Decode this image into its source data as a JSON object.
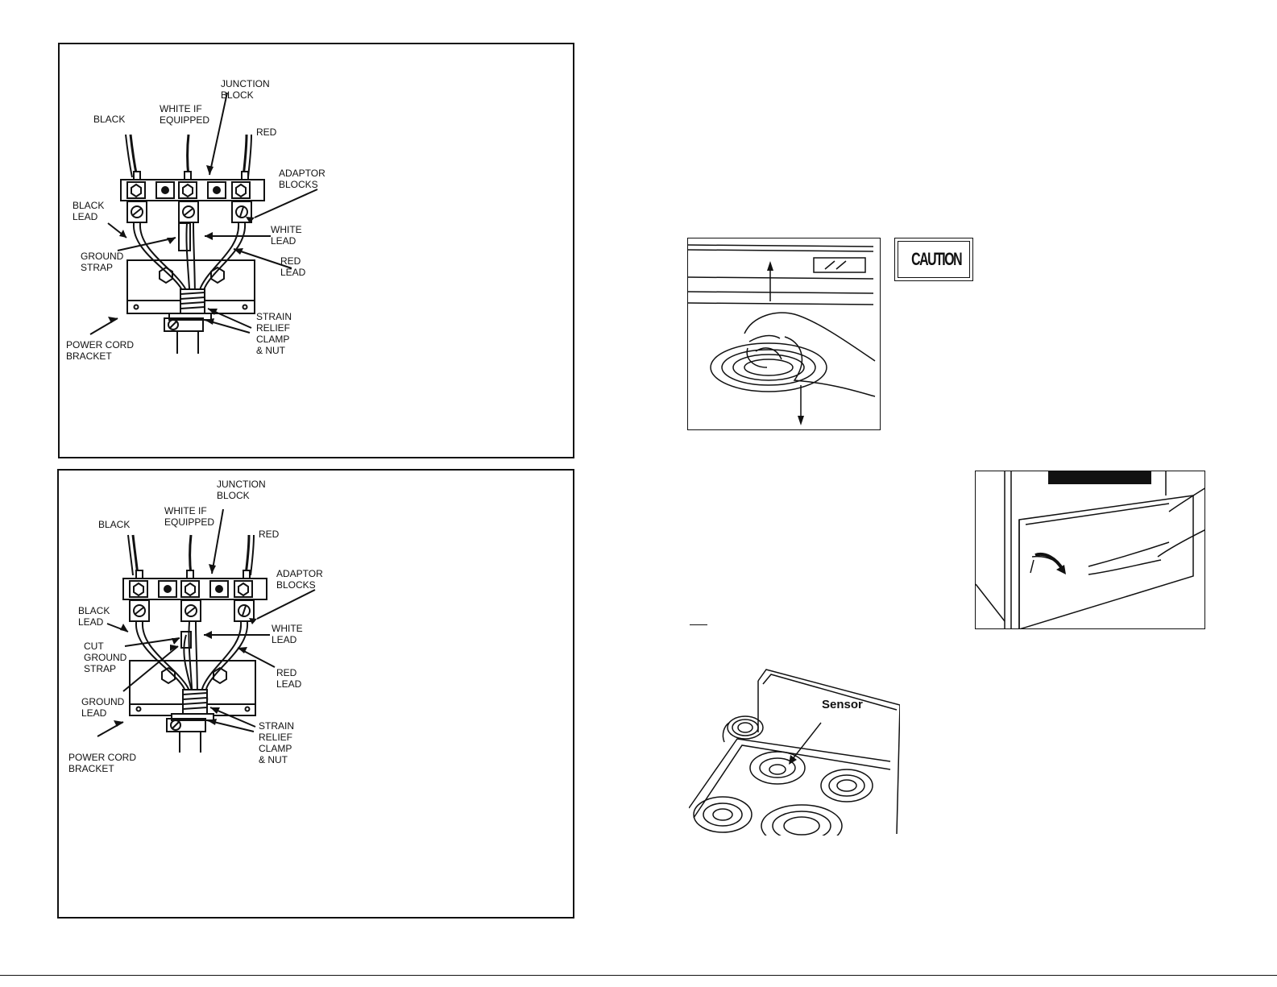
{
  "figure1": {
    "labels": {
      "junction_block": "JUNCTION\nBLOCK",
      "white_if_equipped": "WHITE IF\nEQUIPPED",
      "black": "BLACK",
      "red": "RED",
      "adaptor_blocks": "ADAPTOR\nBLOCKS",
      "black_lead": "BLACK\nLEAD",
      "white_lead": "WHITE\nLEAD",
      "ground_strap": "GROUND\nSTRAP",
      "red_lead": "RED\nLEAD",
      "strain_relief": "STRAIN\nRELIEF\nCLAMP\n& NUT",
      "power_cord_bracket": "POWER CORD\nBRACKET"
    }
  },
  "figure2": {
    "labels": {
      "junction_block": "JUNCTION\nBLOCK",
      "white_if_equipped": "WHITE IF\nEQUIPPED",
      "black": "BLACK",
      "red": "RED",
      "adaptor_blocks": "ADAPTOR\nBLOCKS",
      "black_lead": "BLACK\nLEAD",
      "white_lead": "WHITE\nLEAD",
      "cut_ground_strap": "CUT\nGROUND\nSTRAP",
      "red_lead": "RED\nLEAD",
      "ground_lead": "GROUND\nLEAD",
      "strain_relief": "STRAIN\nRELIEF\nCLAMP\n& NUT",
      "power_cord_bracket": "POWER CORD\nBRACKET"
    }
  },
  "caution": {
    "text": "CAUTION"
  },
  "sensor_figure": {
    "label": "Sensor"
  }
}
